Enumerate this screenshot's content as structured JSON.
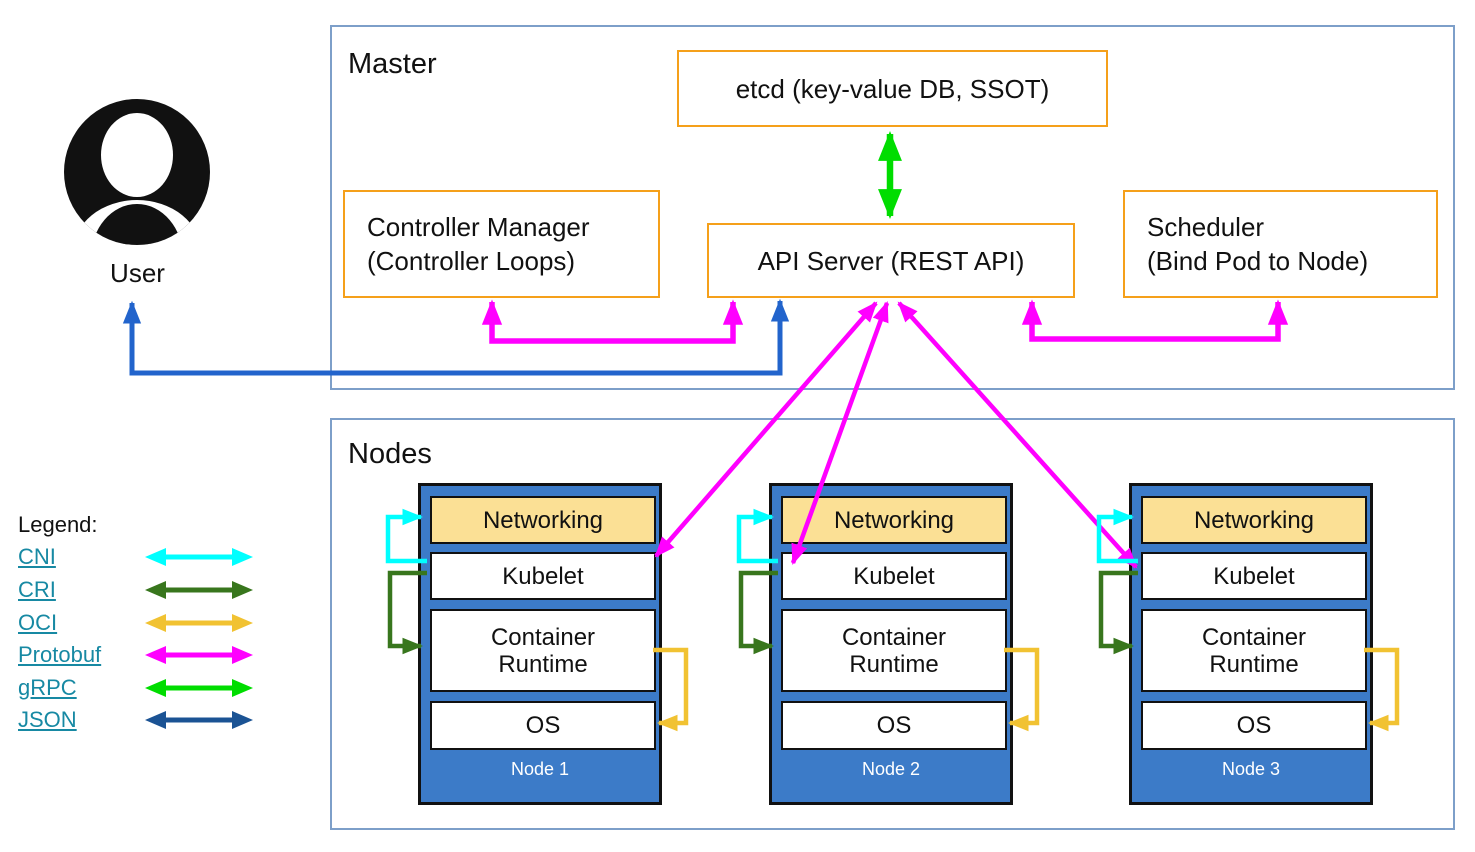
{
  "user": {
    "label": "User"
  },
  "master": {
    "title": "Master",
    "etcd": "etcd (key-value DB, SSOT)",
    "controller_manager_line1": "Controller Manager",
    "controller_manager_line2": "(Controller Loops)",
    "api_server": "API Server (REST API)",
    "scheduler_line1": "Scheduler",
    "scheduler_line2": "(Bind Pod to Node)"
  },
  "nodes_section": {
    "title": "Nodes",
    "list": [
      {
        "name": "Node 1",
        "layers": [
          "Networking",
          "Kubelet",
          "Container Runtime",
          "OS"
        ]
      },
      {
        "name": "Node 2",
        "layers": [
          "Networking",
          "Kubelet",
          "Container Runtime",
          "OS"
        ]
      },
      {
        "name": "Node 3",
        "layers": [
          "Networking",
          "Kubelet",
          "Container Runtime",
          "OS"
        ]
      }
    ]
  },
  "legend": {
    "title": "Legend:",
    "items": [
      {
        "label": "CNI",
        "color": "#00ffff"
      },
      {
        "label": "CRI",
        "color": "#38761d"
      },
      {
        "label": "OCI",
        "color": "#f1c232"
      },
      {
        "label": "Protobuf",
        "color": "#ff00ff"
      },
      {
        "label": "gRPC",
        "color": "#00dd00"
      },
      {
        "label": "JSON",
        "color": "#1b5394"
      }
    ]
  },
  "palette": {
    "frame_border": "#7d9fc9",
    "component_border": "#f5a01a",
    "node_fill": "#3c7bc8",
    "networking_fill": "#fbe095",
    "protobuf_magenta": "#ff00ff",
    "grpc_green": "#00dd00",
    "cni_cyan": "#00ffff",
    "cri_dark_green": "#38761d",
    "oci_gold": "#f1c232",
    "json_navy": "#1b5394",
    "user_connector_blue": "#2264cc",
    "legend_link_teal": "#1789a3"
  }
}
